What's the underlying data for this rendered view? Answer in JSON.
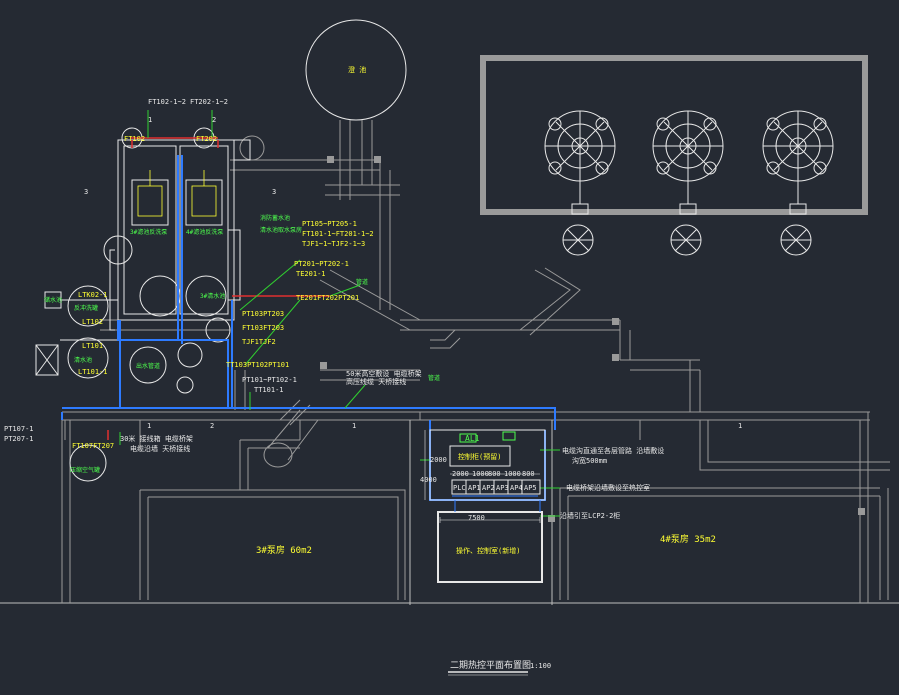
{
  "drawing": {
    "title": "二期热控平面布置图",
    "scale": "1:100",
    "colors": {
      "background": "#252a33",
      "outline": "#9a9a9a",
      "wall": "#bdbdbd",
      "instrument_label": "#ffff33",
      "device_text": "#4dff4d",
      "cable_blue": "#2e7bff",
      "cable_red": "#e03030",
      "cable_green": "#30d030",
      "equipment_white": "#e8e8e8"
    }
  },
  "top_tags": {
    "left": "FT102-1~2",
    "right": "FT202-1~2"
  },
  "circle_numbers": [
    "1",
    "2",
    "3",
    "3"
  ],
  "pool_label": "澄 池",
  "instrument_circles": {
    "ft102": "FT102",
    "ft202": "FT202",
    "ltk": [
      "LTK02-1",
      "LT102"
    ],
    "lt101": [
      "LT101",
      "LT101-1"
    ],
    "ft107": "FT107FT207"
  },
  "machine_labels": {
    "m1": "3#滤池反洗泵",
    "m2": "4#滤池反洗泵",
    "m3": "3#清水池",
    "m4": "清水池",
    "m5": "消防蓄水池",
    "m6": "反冲洗罐",
    "m7": "储水池",
    "m8": "压缩空气罐",
    "m9": "管道",
    "m10": "清水池取水泵房",
    "m11": "出水管道"
  },
  "tag_groups": {
    "g1": [
      "PT105~PT205-1",
      "FT101-1~FT201-1~2",
      "TJF1~1~TJF2-1~3"
    ],
    "g2": [
      "PT201~PT202-1",
      "TE201-1"
    ],
    "g3": "TE201FT202PT201",
    "g4": [
      "PT103PT203",
      "FT103FT203",
      "TJF1TJF2"
    ],
    "g5": [
      "TT103PT102PT101",
      "PT101~PT102-1",
      "TT101-1"
    ],
    "left_tags": [
      "PT107-1",
      "PT207-1"
    ],
    "cable_note1": [
      "50米高空敷设 电缆桥架",
      "高压线缆 天桥接线"
    ],
    "cable_note2": [
      "30米 接线箱 电缆桥架",
      "电缆沿墙 天桥接线"
    ]
  },
  "room": {
    "al": "AL1",
    "box": "控制柜(预留)",
    "dim_2000": "2000",
    "dim_4000": "4000",
    "panels": [
      "PLC",
      "AP1",
      "AP2",
      "AP3",
      "AP4",
      "AP5"
    ],
    "widths": [
      "2000",
      "1000",
      "800",
      "1000",
      "800"
    ],
    "dim_7500": "7500",
    "ops_room": "操作、控制室(新增)",
    "note1": "电缆沟直通至各层管路 沿墙敷设",
    "note1b": "沟宽500mm",
    "note2": "电缆桥架沿墙敷设至热控室",
    "note3": "沿墙引至LCP2-2柜"
  },
  "pump_rooms": {
    "left": "3#泵房 60m2",
    "right": "4#泵房 35m2"
  },
  "small_numbers": [
    "1",
    "1",
    "2",
    "1"
  ]
}
